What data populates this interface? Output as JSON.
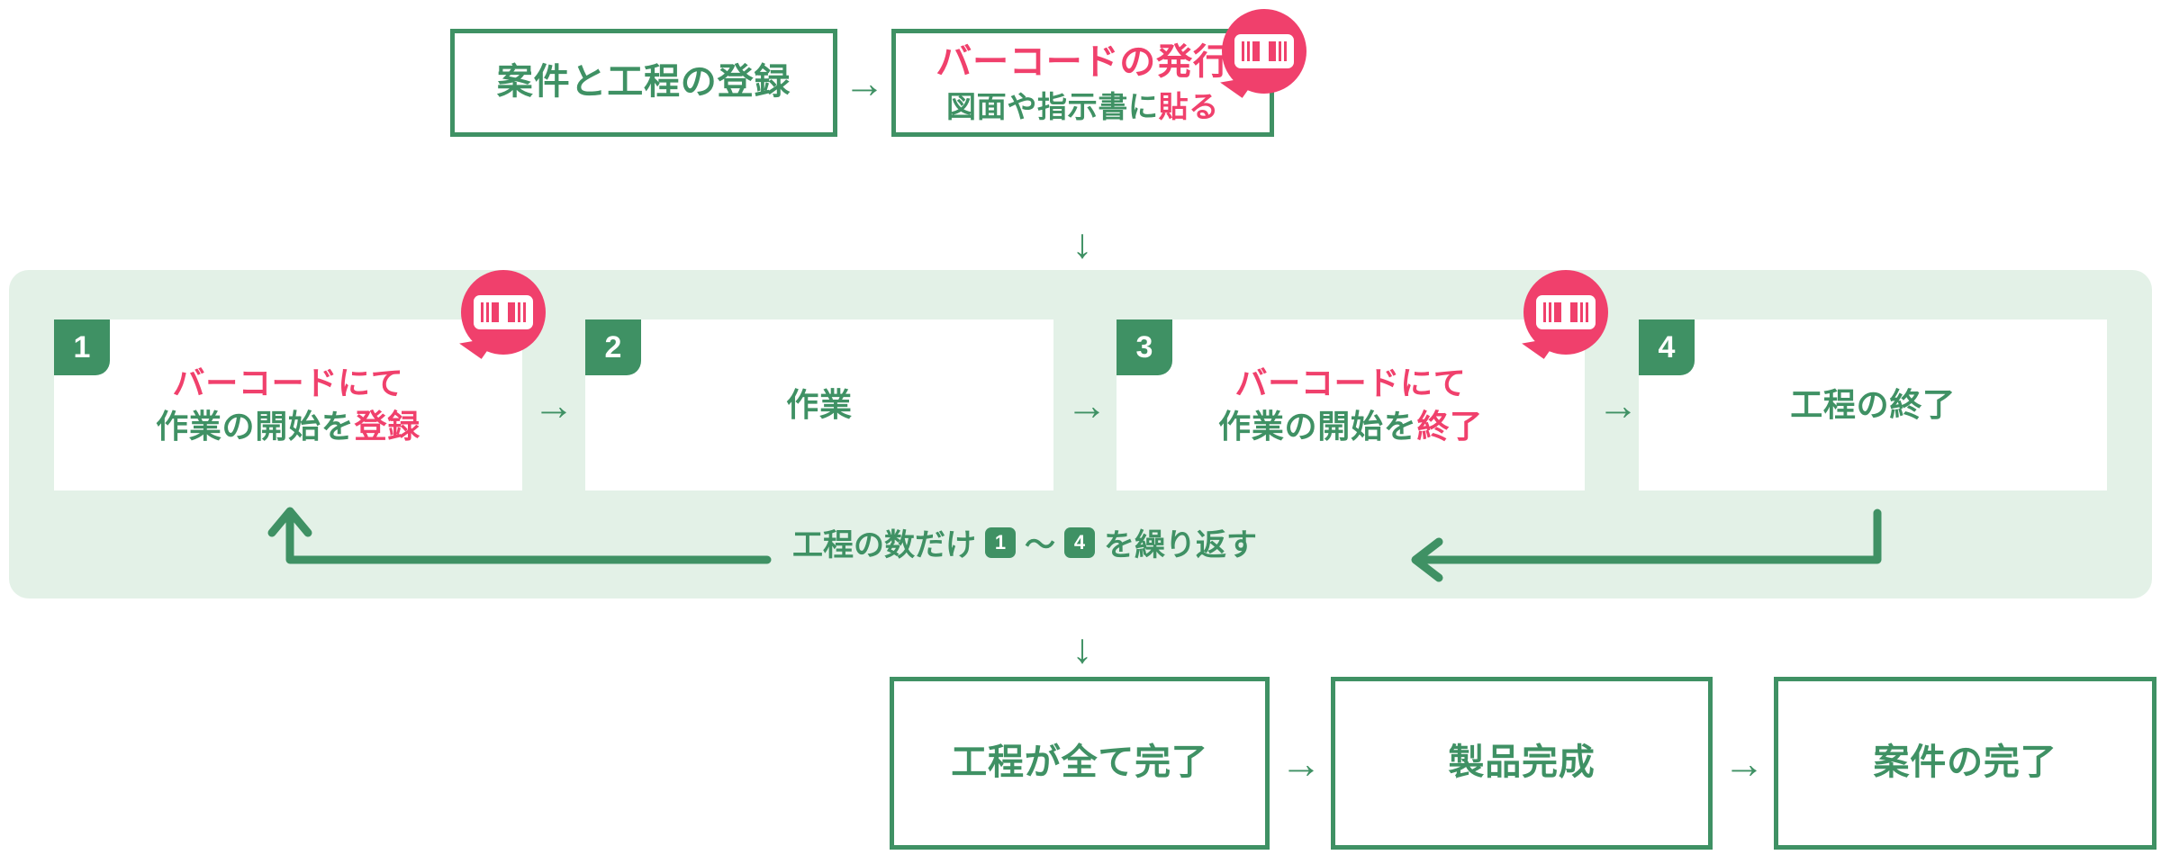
{
  "diagram": {
    "title_hidden": "",
    "colors": {
      "green": "#3f9164",
      "pink": "#f0406c",
      "band": "#e3f1e7",
      "white": "#ffffff"
    },
    "top_row": {
      "box1": {
        "text": "案件と工程の登録"
      },
      "arrow1": "→",
      "box2": {
        "line1": "バーコードの発行",
        "line2_a": "図面や指示書に",
        "line2_b": "貼る",
        "badge": "barcode-icon"
      },
      "down_arrow": "↓"
    },
    "loop_row": {
      "steps": [
        {
          "number": "1",
          "line1": "バーコードにて",
          "line2_a": "作業の開始を",
          "line2_b": "登録",
          "has_barcode": true
        },
        {
          "number": "2",
          "line1": "作業",
          "line2_a": "",
          "line2_b": "",
          "has_barcode": false
        },
        {
          "number": "3",
          "line1": "バーコードにて",
          "line2_a": "作業の開始を",
          "line2_b": "終了",
          "has_barcode": true
        },
        {
          "number": "4",
          "line1": "工程の終了",
          "line2_a": "",
          "line2_b": "",
          "has_barcode": false
        }
      ],
      "arrows": [
        "→",
        "→",
        "→"
      ],
      "caption": {
        "prefix": "工程の数だけ",
        "badge_from": "1",
        "tilde": "〜",
        "badge_to": "4",
        "suffix": "を繰り返す"
      }
    },
    "bottom_row": {
      "down_arrow": "↓",
      "boxes": [
        {
          "text": "工程が全て完了"
        },
        {
          "text": "製品完成"
        },
        {
          "text": "案件の完了"
        }
      ],
      "arrows": [
        "→",
        "→"
      ]
    }
  }
}
